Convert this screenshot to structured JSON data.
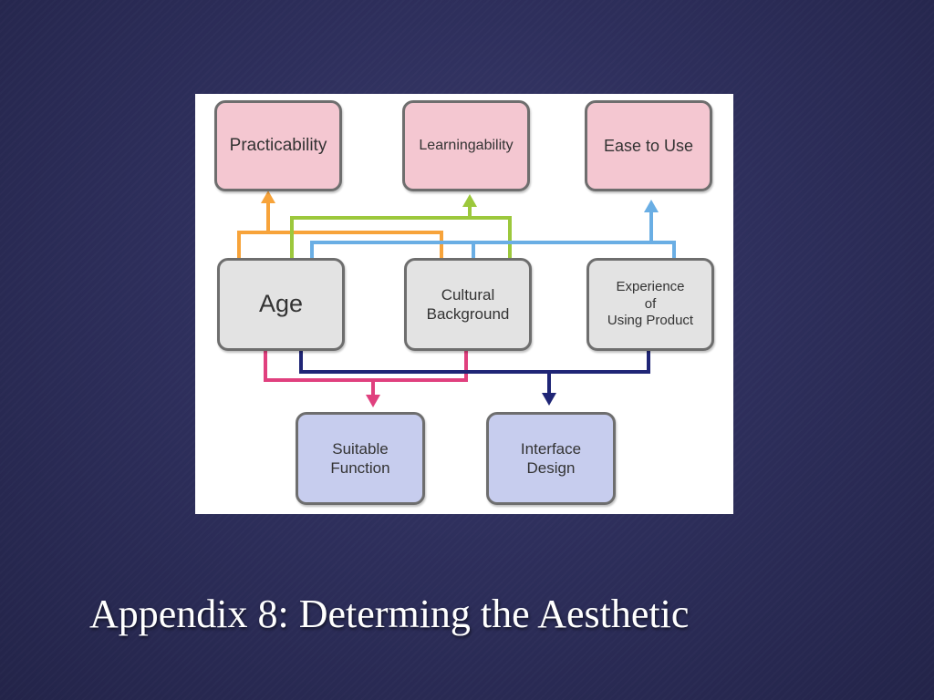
{
  "diagram": {
    "outputs": {
      "practicability": "Practicability",
      "learningability": "Learningability",
      "ease_of_use": "Ease to Use"
    },
    "factors": {
      "age": "Age",
      "cultural_background": "Cultural\nBackground",
      "experience": "Experience\nof\nUsing Product"
    },
    "results": {
      "suitable_function": "Suitable\nFunction",
      "interface_design": "Interface\nDesign"
    },
    "colors": {
      "orange": "#f7a33a",
      "green": "#9cc83c",
      "light_blue": "#6aaee4",
      "magenta": "#e0407e",
      "navy": "#1f2576",
      "pink_box": "#f4c7d1",
      "grey_box": "#e3e3e3",
      "blue_box": "#c7cdee"
    }
  },
  "caption": "Appendix 8: Determing the Aesthetic"
}
